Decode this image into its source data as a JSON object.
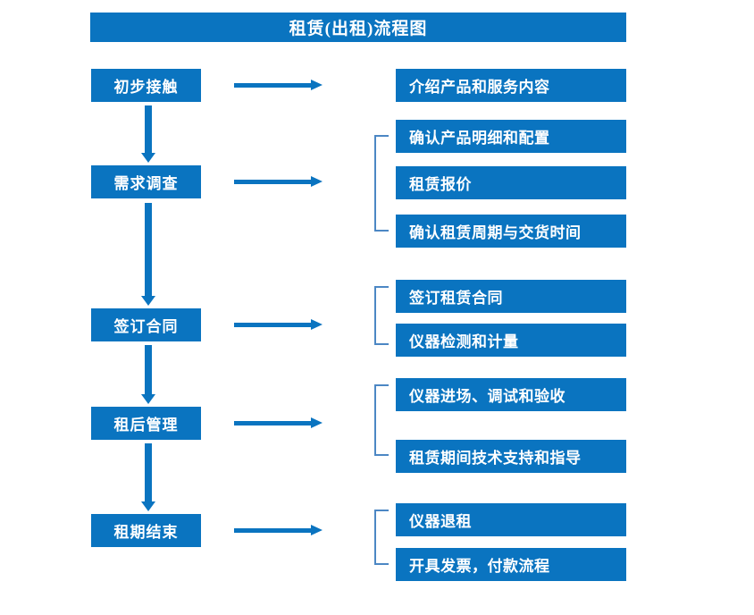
{
  "title": "租赁(出租)流程图",
  "colors": {
    "brand_blue": "#0A74C0",
    "bracket_blue": "#4C87C4",
    "text_on_blue": "#FFFFFF",
    "background": "#FFFFFF"
  },
  "stages": [
    {
      "label": "初步接触"
    },
    {
      "label": "需求调查"
    },
    {
      "label": "签订合同"
    },
    {
      "label": "租后管理"
    },
    {
      "label": "租期结束"
    }
  ],
  "details": [
    {
      "label": "介绍产品和服务内容"
    },
    {
      "label": "确认产品明细和配置"
    },
    {
      "label": "租赁报价"
    },
    {
      "label": "确认租赁周期与交货时间"
    },
    {
      "label": "签订租赁合同"
    },
    {
      "label": "仪器检测和计量"
    },
    {
      "label": "仪器进场、调试和验收"
    },
    {
      "label": "租赁期间技术支持和指导"
    },
    {
      "label": "仪器退租"
    },
    {
      "label": "开具发票，付款流程"
    }
  ],
  "flow": {
    "stage_to_detail_arrows": 5,
    "stage_to_stage_arrows": 4,
    "group_brackets": 4
  }
}
